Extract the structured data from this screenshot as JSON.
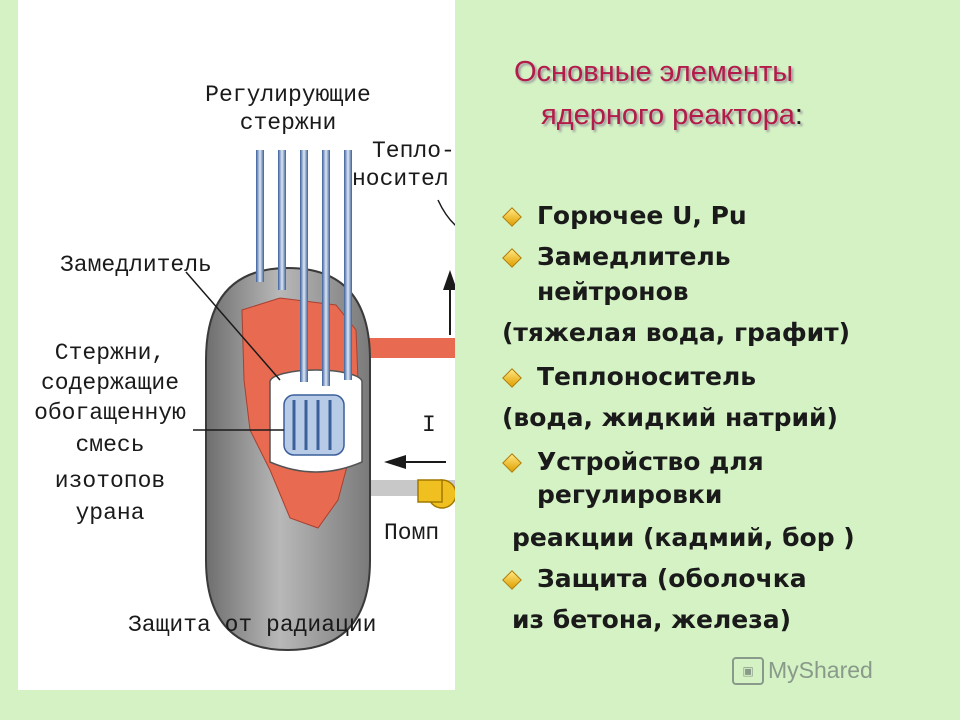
{
  "diagram": {
    "labels": {
      "control_rods": [
        "Регулирующие",
        "стержни"
      ],
      "coolant": [
        "Тепло-",
        "носител"
      ],
      "moderator": "Замедлитель",
      "fuel_rods": [
        "Стержни,",
        "содержащие",
        "обогащенную",
        "смесь",
        "изотопов",
        "урана"
      ],
      "marker_i": "I",
      "pump": "Помп",
      "shield": "Защита от радиации"
    }
  },
  "title": {
    "line1": "Основные элементы",
    "line2": "ядерного реактора",
    "colon": ":"
  },
  "items": [
    {
      "type": "bullet",
      "text": "Горючее U, Pu"
    },
    {
      "type": "bullet",
      "text": "Замедлитель"
    },
    {
      "type": "cont",
      "text": "нейтронов"
    },
    {
      "type": "plain",
      "text": "(тяжелая вода, графит)"
    },
    {
      "type": "bullet",
      "text": "Теплоноситель"
    },
    {
      "type": "plain",
      "text": "(вода, жидкий натрий)"
    },
    {
      "type": "bullet",
      "text": "Устройство для"
    },
    {
      "type": "cont",
      "text": "регулировки"
    },
    {
      "type": "plain",
      "text": "реакции (кадмий, бор )"
    },
    {
      "type": "bullet",
      "text": "Защита (оболочка"
    },
    {
      "type": "plain",
      "text": "из бетона, железа)"
    }
  ],
  "watermark": "MyShared",
  "colors": {
    "background": "#d4f2c4",
    "title": "#b31b4a",
    "vessel": "#9a9a9a",
    "moderator": "#e86a50",
    "rods": "#6a8fc0",
    "pipe": "#e86a50",
    "pump": "#f0c020"
  }
}
